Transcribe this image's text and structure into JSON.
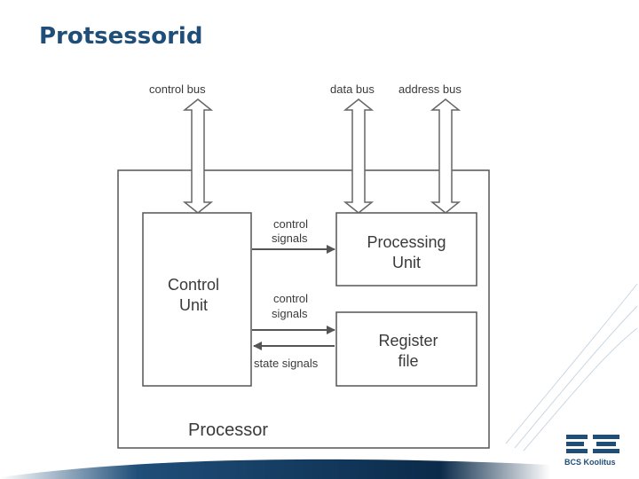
{
  "slide": {
    "title": "Protsessorid"
  },
  "diagram": {
    "bus_labels": {
      "control_bus": "control bus",
      "data_bus": "data bus",
      "address_bus": "address bus"
    },
    "blocks": {
      "control_unit": [
        "Control",
        "Unit"
      ],
      "processing_unit": [
        "Processing",
        "Unit"
      ],
      "register_file": [
        "Register",
        "file"
      ],
      "processor": "Processor"
    },
    "signals": {
      "control_signals_1": [
        "control",
        "signals"
      ],
      "control_signals_2": [
        "control",
        "signals"
      ],
      "state_signals": "state signals"
    }
  },
  "branding": {
    "logo_text": "BCS Koolitus",
    "accent_color": "#1f4e79"
  }
}
